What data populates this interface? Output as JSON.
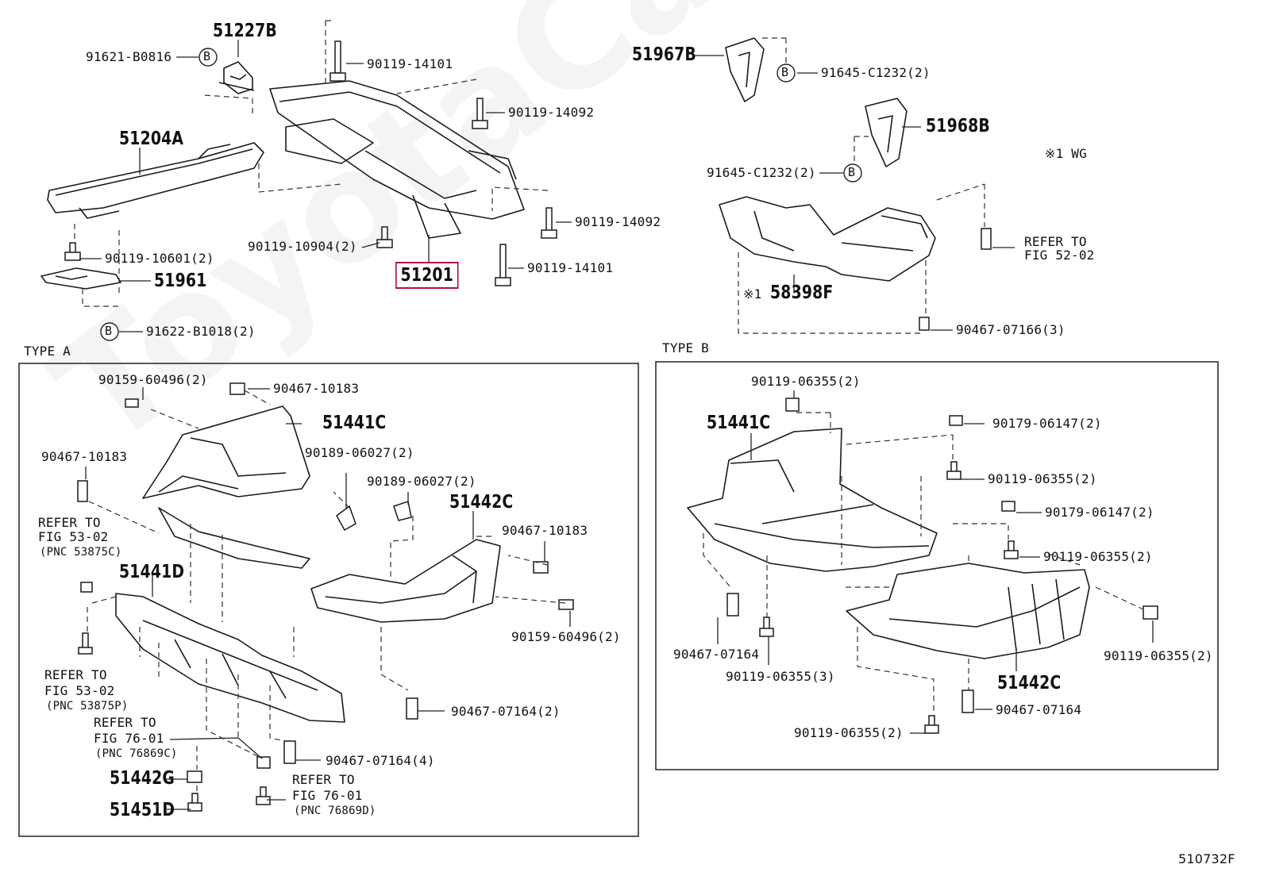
{
  "watermark": "ToyotaCarMine.ru",
  "figure_code": "510732F",
  "sections": {
    "type_a": "TYPE A",
    "type_b": "TYPE B"
  },
  "labels": {
    "p51227B": "51227B",
    "p91621": "91621-B0816",
    "p90119_14101_a": "90119-14101",
    "p90119_14092_a": "90119-14092",
    "p51204A": "51204A",
    "p90119_14092_b": "90119-14092",
    "p90119_10904": "90119-10904(2)",
    "p90119_14101_b": "90119-14101",
    "p90119_10601": "90119-10601(2)",
    "p51961": "51961",
    "p51201": "51201",
    "p91622": "91622-B1018(2)",
    "p51967B": "51967B",
    "p91645_a": "91645-C1232(2)",
    "p51968B": "51968B",
    "p_wg": "※1  WG",
    "p91645_b": "91645-C1232(2)",
    "p_refer_52_a": "REFER TO",
    "p_refer_52_b": "FIG 52-02",
    "p58398F_mark": "※1",
    "p58398F": "58398F",
    "p90467_07166": "90467-07166(3)",
    "a90159_60496_top": "90159-60496(2)",
    "a90467_10183_top": "90467-10183",
    "a51441C": "51441C",
    "a90467_10183_left": "90467-10183",
    "a90189_06027_a": "90189-06027(2)",
    "a90189_06027_b": "90189-06027(2)",
    "a51442C": "51442C",
    "a_refer_53a_1": "REFER TO",
    "a_refer_53a_2": "FIG 53-02",
    "a_refer_53a_3": "(PNC 53875C)",
    "a90467_10183_right": "90467-10183",
    "a51441D": "51441D",
    "a90159_60496_bot": "90159-60496(2)",
    "a_refer_53b_1": "REFER TO",
    "a_refer_53b_2": "FIG 53-02",
    "a_refer_53b_3": "(PNC 53875P)",
    "a90467_07164_2": "90467-07164(2)",
    "a_refer_76a_1": "REFER TO",
    "a_refer_76a_2": "FIG 76-01",
    "a_refer_76a_3": "(PNC 76869C)",
    "a90467_07164_4": "90467-07164(4)",
    "a51442G": "51442G",
    "a_refer_76b_1": "REFER TO",
    "a_refer_76b_2": "FIG 76-01",
    "a_refer_76b_3": "(PNC 76869D)",
    "a51451D": "51451D",
    "b90119_06355_top": "90119-06355(2)",
    "b51441C": "51441C",
    "b90179_06147_a": "90179-06147(2)",
    "b90119_06355_a": "90119-06355(2)",
    "b90179_06147_b": "90179-06147(2)",
    "b90119_06355_b": "90119-06355(2)",
    "b90467_07164_a": "90467-07164",
    "b90119_06355_3": "90119-06355(3)",
    "b90119_06355_right": "90119-06355(2)",
    "b51442C": "51442C",
    "b90467_07164_b": "90467-07164",
    "b90119_06355_bot": "90119-06355(2)"
  },
  "callout_letter": "B",
  "highlight_color": "#b0133c"
}
